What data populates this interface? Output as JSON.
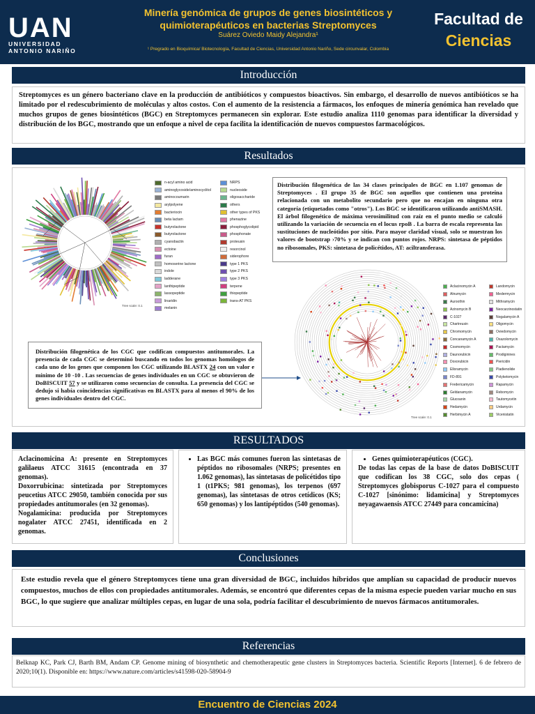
{
  "header": {
    "logo_main": "UAN",
    "logo_line1": "UNIVERSIDAD",
    "logo_line2": "ANTONIO NARIÑO",
    "title": "Minería genómica de grupos de genes biosintéticos y quimioterapéuticos en bacterias Streptomyces",
    "authors": "Suárez Oviedo Maidy Alejandra¹",
    "affiliation": "¹ Pregrado en Bioquímica/ Biotecnología, Facultad de Ciencias, Universidad Antonio Nariño, Sede circunvalar, Colombia",
    "faculty_line1": "Facultad de",
    "faculty_line2": "Ciencias"
  },
  "sections": {
    "introduccion": "Introducción",
    "resultados": "Resultados",
    "resultados2": "RESULTADOS",
    "conclusiones": "Conclusiones",
    "referencias": "Referencias"
  },
  "intro_text": "Streptomyces es un género bacteriano clave en la producción de antibióticos y compuestos bioactivos. Sin embargo, el desarrollo de nuevos antibióticos se ha limitado por el redescubrimiento de moléculas y altos costos. Con el aumento de la resistencia a fármacos, los enfoques de minería genómica han revelado que muchos grupos de genes biosintéticos (BGC) en Streptomyces permanecen sin explorar. Este estudio analiza 1110 genomas para identificar la diversidad y distribución de los BGC, mostrando que un enfoque a nivel de cepa facilita la identificación de nuevos compuestos farmacológicos.",
  "figure1": {
    "scale": "Tree scale: 0.1",
    "caption": "Distribución filogenética de las 34 clases principales de BGC en 1.107 genomas de Streptomyces . El grupo 35 de BGC son aquellos que contienen una proteína relacionada con un metabolito secundario pero que no encajan en ninguna otra categoría (etiquetados como \"otros\"). Los BGC se identificaron utilizando antiSMASH. El árbol filogenético de máxima verosimilitud con raíz en el punto medio se calculó utilizando la variación de secuencia en el locus rpoB . La barra de escala representa las sustituciones de nucleótidos por sitio. Para mayor claridad visual, solo se muestran los valores de bootstrap ›70% y se indican con puntos rojos. NRPS: sintetasa de péptidos no ribosomales, PKS: sintetasa de policétidos, AT: aciltransferasa.",
    "legend_left": [
      {
        "label": "n-acyl amino acid",
        "color": "#4f6b2e"
      },
      {
        "label": "aminoglycoside/aminocyclitol",
        "color": "#9ab3d6"
      },
      {
        "label": "aminocoumarin",
        "color": "#7a7a7a"
      },
      {
        "label": "arylpolyene",
        "color": "#f4e8a0"
      },
      {
        "label": "bacteriocin",
        "color": "#e37d32"
      },
      {
        "label": "beta lactam",
        "color": "#6b8fb8"
      },
      {
        "label": "butyrolactone",
        "color": "#c8342c"
      },
      {
        "label": "butyrolactone",
        "color": "#8b5a2b"
      },
      {
        "label": "cyanobactin",
        "color": "#b0b0b0"
      },
      {
        "label": "ectoine",
        "color": "#d98fb0"
      },
      {
        "label": "furan",
        "color": "#a06cc8"
      },
      {
        "label": "homoserine lactone",
        "color": "#c0c0c0"
      },
      {
        "label": "indole",
        "color": "#d9d9d9"
      },
      {
        "label": "ladderane",
        "color": "#7fc7d9"
      },
      {
        "label": "lanthipeptide",
        "color": "#e4a3c8"
      },
      {
        "label": "lassopeptide",
        "color": "#8cb56b"
      },
      {
        "label": "linaridin",
        "color": "#c89bd9"
      },
      {
        "label": "melanin",
        "color": "#9e7bd1"
      }
    ],
    "legend_right": [
      {
        "label": "NRPS",
        "color": "#5d8fd6"
      },
      {
        "label": "nucleoside",
        "color": "#b7d98f"
      },
      {
        "label": "oligosaccharide",
        "color": "#6bb58f"
      },
      {
        "label": "others",
        "color": "#2c7a4a"
      },
      {
        "label": "other types of PKS",
        "color": "#e0c030"
      },
      {
        "label": "phenazine",
        "color": "#e07aa3"
      },
      {
        "label": "phosphoglycolipid",
        "color": "#8a1f3d"
      },
      {
        "label": "phosphonate",
        "color": "#c95a8a"
      },
      {
        "label": "proteusin",
        "color": "#b03a2e"
      },
      {
        "label": "resorcinol",
        "color": "#f0f0f0"
      },
      {
        "label": "siderophore",
        "color": "#d06b3a"
      },
      {
        "label": "type 1 PKS",
        "color": "#4a3a8a"
      },
      {
        "label": "type 2 PKS",
        "color": "#6f50b0"
      },
      {
        "label": "type 3 PKS",
        "color": "#9f7fe0"
      },
      {
        "label": "terpene",
        "color": "#d04080"
      },
      {
        "label": "thiopeptide",
        "color": "#40a040"
      },
      {
        "label": "trans-AT PKS",
        "color": "#7bb53a"
      }
    ]
  },
  "figure2": {
    "scale": "Tree scale: 0.1",
    "caption_pre": "Distribución filogenética de los CGC que codifican compuestos antitumorales. La presencia de cada CGC se determinó buscando en todos los genomas homólogos de cada uno de los genes que componen los CGC utilizando BLASTX ",
    "caption_n1": "24",
    "caption_mid": " con un valor e mínimo de 10 -10 . Las secuencias de genes individuales en un CGC se obtuvieron de DoBISCUIT ",
    "caption_n2": "57",
    "caption_post": " y se utilizaron como secuencias de consulta. La presencia del CGC se dedujo si había coincidencias significativas en BLASTX para al menos el 90% de los genes individuales dentro del CGC.",
    "legend_left": [
      {
        "label": "Aclacinomycin A",
        "color": "#4caf50"
      },
      {
        "label": "Alnumycin",
        "color": "#e06060"
      },
      {
        "label": "Auroothin",
        "color": "#3a7a4a"
      },
      {
        "label": "Azinomycin B",
        "color": "#8bc34a"
      },
      {
        "label": "C-1027",
        "color": "#5a2a6a"
      },
      {
        "label": "Chartreusin",
        "color": "#c8e6a0"
      },
      {
        "label": "Chromomycin",
        "color": "#e6c84a"
      },
      {
        "label": "Concanamycin A",
        "color": "#8a6a3a"
      },
      {
        "label": "Cosmomycin",
        "color": "#c62828"
      },
      {
        "label": "Daunorubicin",
        "color": "#b0b0e0"
      },
      {
        "label": "Doxorubicin",
        "color": "#f48fb1"
      },
      {
        "label": "Elloramycin",
        "color": "#90caf9"
      },
      {
        "label": "FD-891",
        "color": "#7986cb"
      },
      {
        "label": "Fredericamycin",
        "color": "#e57373"
      },
      {
        "label": "Geldanamycin",
        "color": "#2e7d32"
      },
      {
        "label": "Glucoanin",
        "color": "#a5d6a7"
      },
      {
        "label": "Hedamycin",
        "color": "#d84315"
      },
      {
        "label": "Herbimycin A",
        "color": "#558b2f"
      }
    ],
    "legend_right": [
      {
        "label": "Landomycin",
        "color": "#c0392b"
      },
      {
        "label": "Medermycin",
        "color": "#f06292"
      },
      {
        "label": "Mithramycin",
        "color": "#e0e0e0"
      },
      {
        "label": "Neocarzinostatin",
        "color": "#7b1fa2"
      },
      {
        "label": "Nogalamycin A",
        "color": "#5d4037"
      },
      {
        "label": "Oligomycin",
        "color": "#ffe082"
      },
      {
        "label": "Oviedomycin",
        "color": "#8d6e63"
      },
      {
        "label": "Oxazolomycin",
        "color": "#4db6ac"
      },
      {
        "label": "Pactamycin",
        "color": "#ad1457"
      },
      {
        "label": "Prodiginines",
        "color": "#66bb6a"
      },
      {
        "label": "Piericidin",
        "color": "#ef5350"
      },
      {
        "label": "Pladienolide",
        "color": "#81c784"
      },
      {
        "label": "Polyketomycin",
        "color": "#3949ab"
      },
      {
        "label": "Rapamycin",
        "color": "#ce93d8"
      },
      {
        "label": "Rebomycin",
        "color": "#a1887f"
      },
      {
        "label": "Tautomycetin",
        "color": "#f8bbd0"
      },
      {
        "label": "Urdamycin",
        "color": "#ffcc80"
      },
      {
        "label": "Vicenistatin",
        "color": "#9ccc65"
      }
    ]
  },
  "results_cols": {
    "col1": [
      "Aclacinomicina A: presente en Streptomyces galilaeus ATCC 31615 (encontrada en 37 genomas).",
      "Doxorrubicina: sintetizada por Streptomyces peucetius ATCC 29050, también conocida por sus propiedades antitumorales (en 32 genomas).",
      "Nogalamicina: producida por Streptomyces nogalater ATCC 27451, identificada en 2 genomas."
    ],
    "col2": "Las BGC más comunes fueron las sintetasas de péptidos no ribosomales (NRPS; presentes en 1.062 genomas), las sintetasas de policétidos tipo 1 (t1PKS; 981 genomas), los terpenos (697 genomas), las sintetasas de otros cetídicos (KS; 650 genomas) y los lantipéptidos (540 genomas).",
    "col3_bullet": "Genes quimioterapéuticos (CGC).",
    "col3_text": "De todas las cepas de la base de datos DoBISCUIT que codifican los 38 CGC, solo dos cepas ( Streptomyces globisporus C-1027 para el compuesto C-1027 [sinónimo: lidamicina] y Streptomyces neyagawaensis ATCC 27449 para concamicina)"
  },
  "conclusion_text": "Este estudio revela que el género Streptomyces tiene una gran diversidad de BGC, incluidos híbridos que amplían su capacidad de producir nuevos compuestos, muchos de ellos con propiedades antitumorales. Además, se encontró que diferentes cepas de la misma especie pueden variar mucho en sus BGC, lo que sugiere que analizar múltiples cepas, en lugar de una sola, podría facilitar el descubrimiento de nuevos fármacos antitumorales.",
  "reference_text": "Belknap KC, Park CJ, Barth BM, Andam CP. Genome mining of biosynthetic and chemotherapeutic gene clusters in Streptomyces bacteria. Scientific Reports [Internet]. 6 de febrero de 2020;10(1). Disponible en: https://www.nature.com/articles/s41598-020-58904-9",
  "footer": "Encuentro de Ciencias 2024",
  "colors": {
    "navy": "#0d2c4e",
    "gold": "#f2c230"
  }
}
